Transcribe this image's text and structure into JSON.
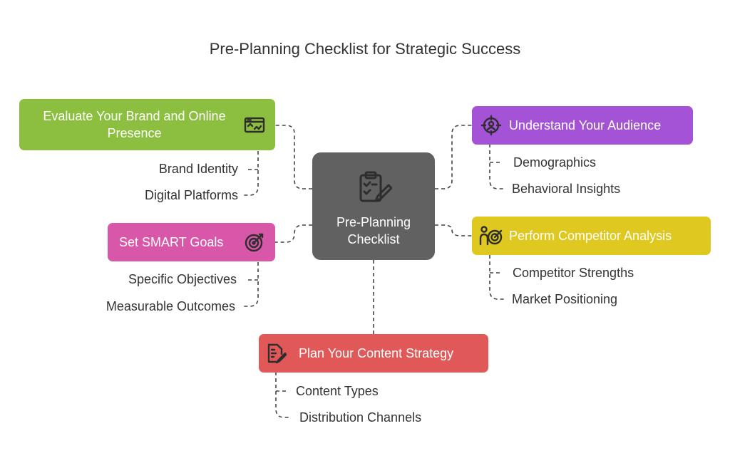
{
  "title": "Pre-Planning Checklist for Strategic Success",
  "center": {
    "label_line1": "Pre-Planning",
    "label_line2": "Checklist",
    "icon": "clipboard-checklist-icon",
    "color": "#616161"
  },
  "branches": {
    "brand": {
      "label_line1": "Evaluate Your Brand and Online",
      "label_line2": "Presence",
      "icon": "browser-window-icon",
      "color": "#8cbf3f",
      "items": [
        "Brand Identity",
        "Digital Platforms"
      ]
    },
    "goals": {
      "label": "Set SMART Goals",
      "icon": "target-icon",
      "color": "#d957a8",
      "items": [
        "Specific Objectives",
        "Measurable Outcomes"
      ]
    },
    "audience": {
      "label": "Understand Your Audience",
      "icon": "user-target-icon",
      "color": "#a553d6",
      "items": [
        "Demographics",
        "Behavioral Insights"
      ]
    },
    "competitor": {
      "label": "Perform Competitor Analysis",
      "icon": "competitor-icon",
      "color": "#dfc81f",
      "items": [
        "Competitor Strengths",
        "Market Positioning"
      ]
    },
    "content": {
      "label": "Plan Your Content Strategy",
      "icon": "content-edit-icon",
      "color": "#e05858",
      "items": [
        "Content Types",
        "Distribution Channels"
      ]
    }
  }
}
